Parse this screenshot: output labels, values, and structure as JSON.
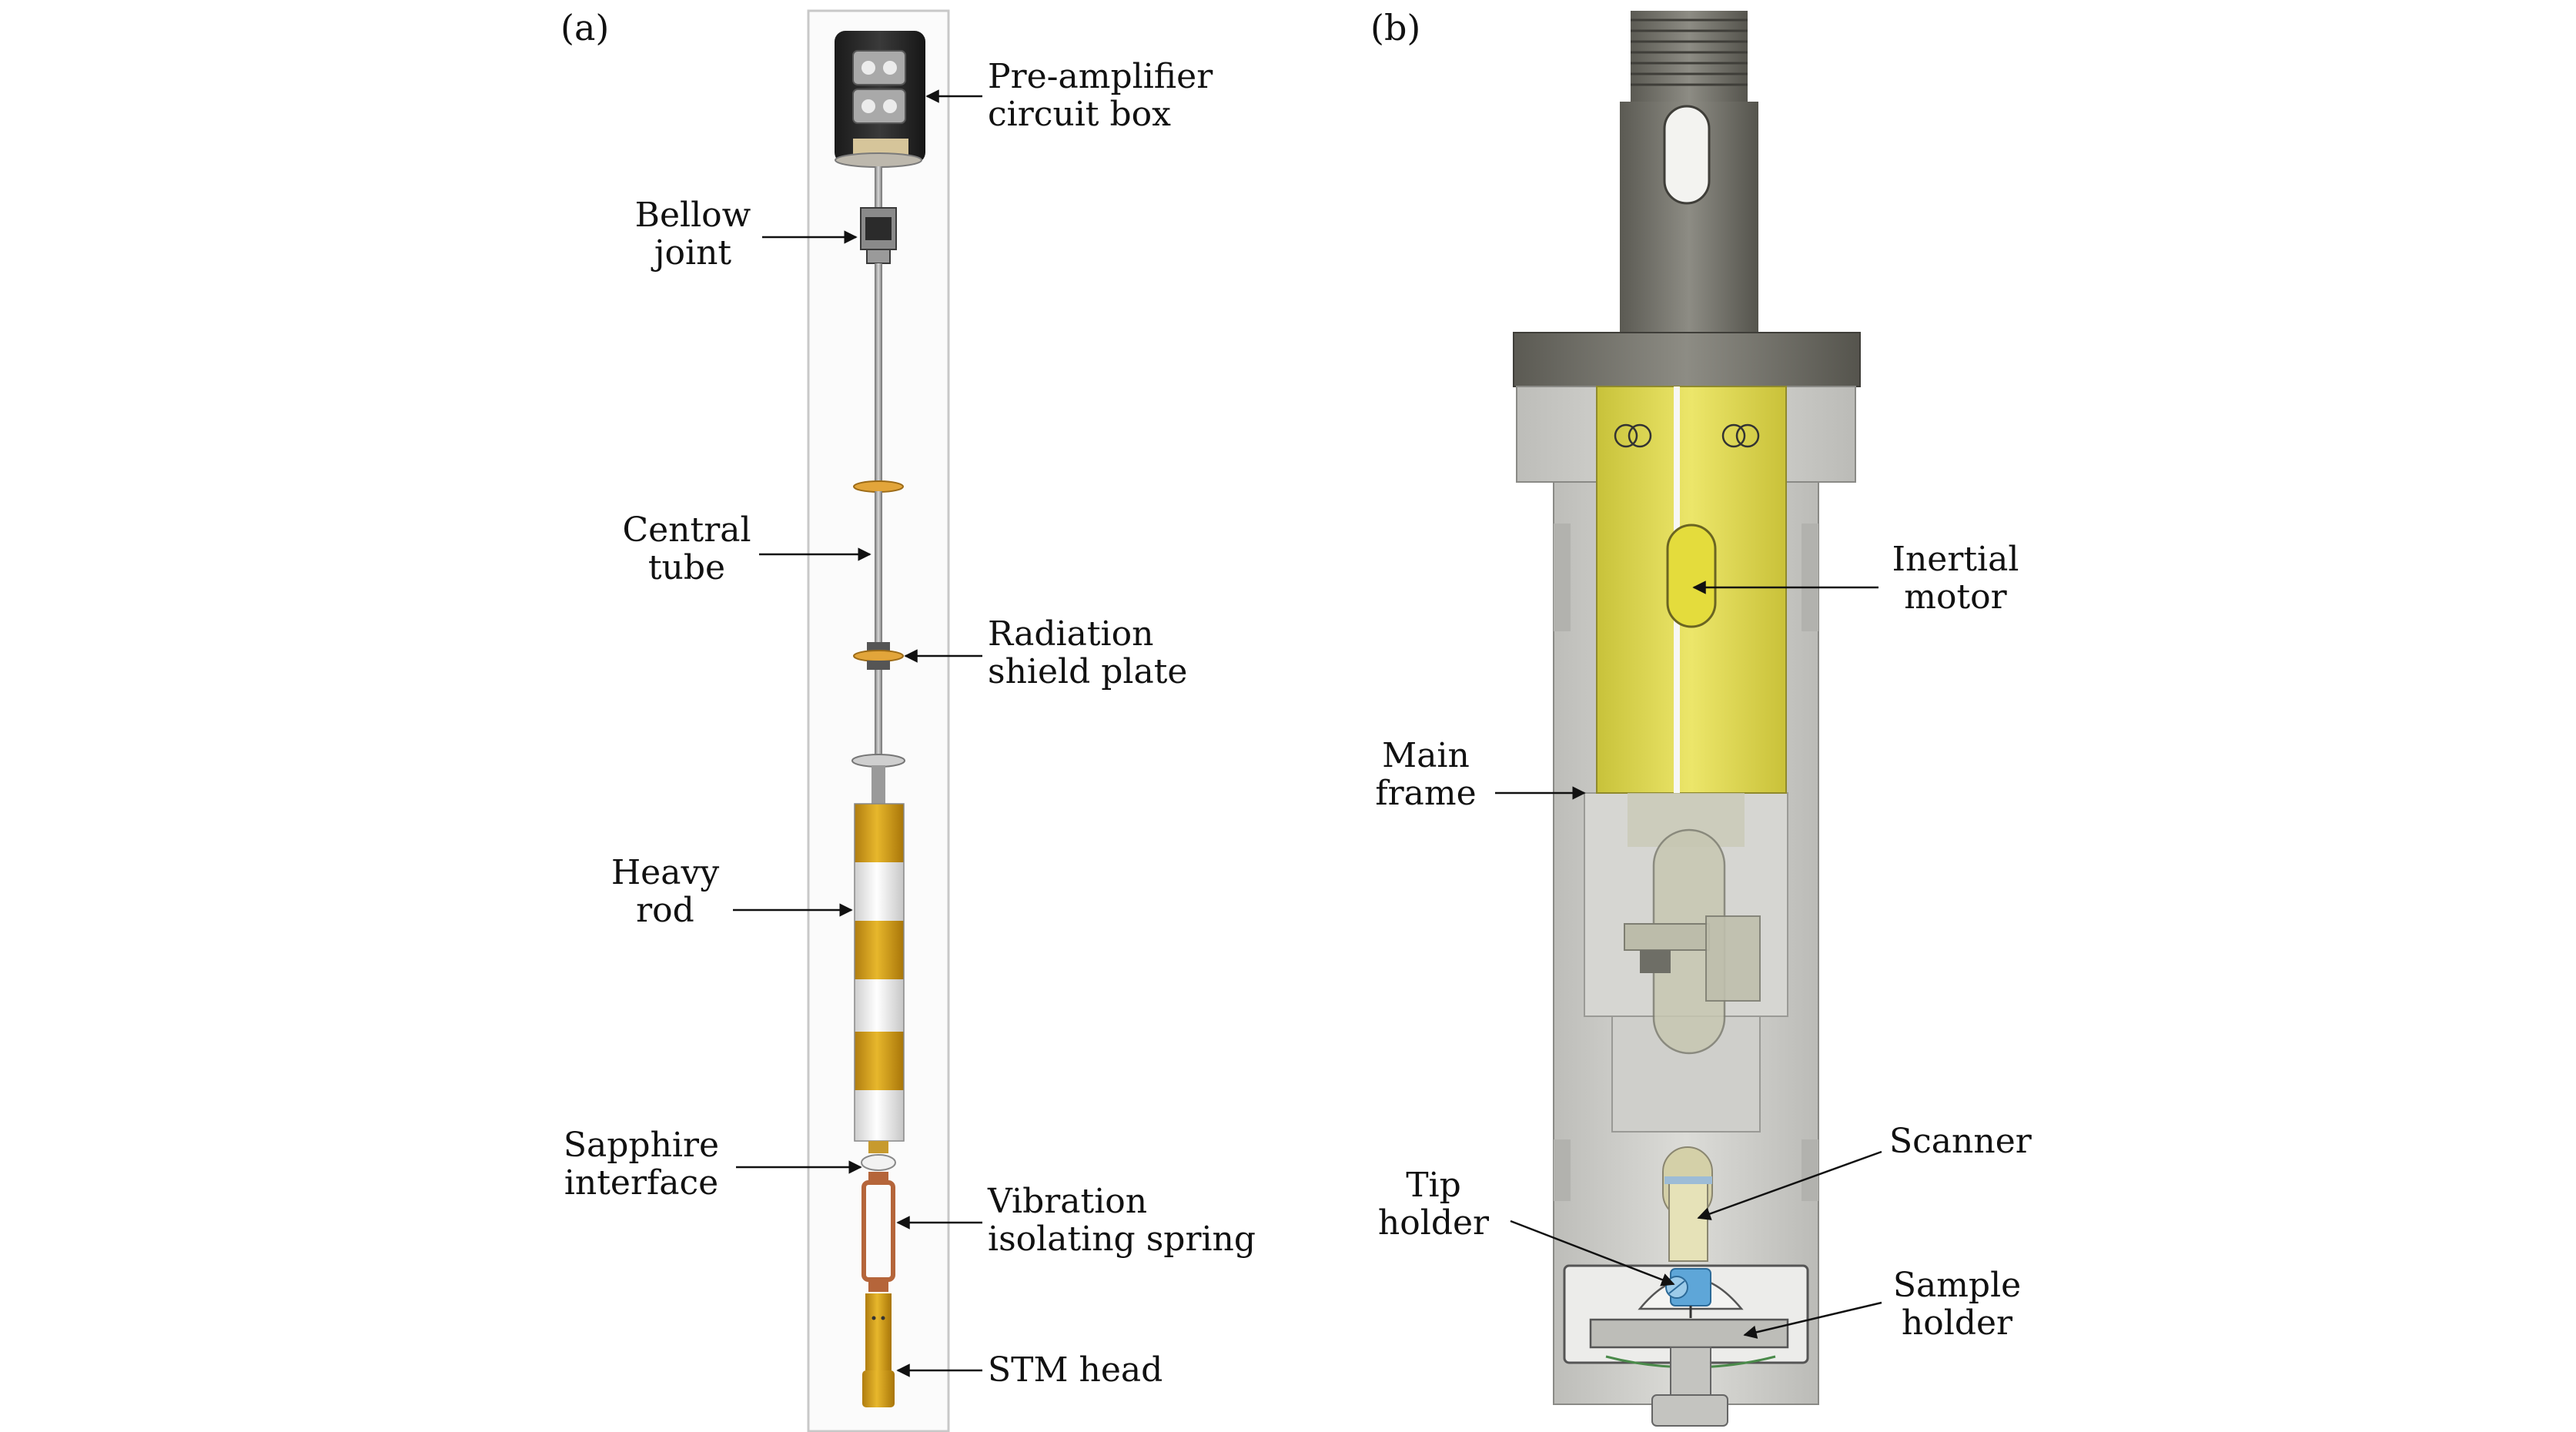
{
  "panel_a": {
    "tag": "(a)",
    "labels": {
      "preamp_1": "Pre-amplifier",
      "preamp_2": "circuit box",
      "bellow_1": "Bellow",
      "bellow_2": "joint",
      "central_1": "Central",
      "central_2": "tube",
      "radiation_1": "Radiation",
      "radiation_2": "shield plate",
      "heavy_1": "Heavy",
      "heavy_2": "rod",
      "sapphire_1": "Sapphire",
      "sapphire_2": "interface",
      "spring_1": "Vibration",
      "spring_2": "isolating spring",
      "stm": "STM head"
    }
  },
  "panel_b": {
    "tag": "(b)",
    "labels": {
      "inertial_1": "Inertial",
      "inertial_2": "motor",
      "mainframe_1": "Main",
      "mainframe_2": "frame",
      "scanner": "Scanner",
      "tip_1": "Tip",
      "tip_2": "holder",
      "sample_1": "Sample",
      "sample_2": "holder"
    }
  },
  "colors": {
    "gold": "#d9a61c",
    "yellow_motor": "#ded64a",
    "frame_gray": "#c9c9c6",
    "dark_steel": "#6e6d66",
    "copper": "#b5653a",
    "blue_tip": "#5ea6d8"
  }
}
